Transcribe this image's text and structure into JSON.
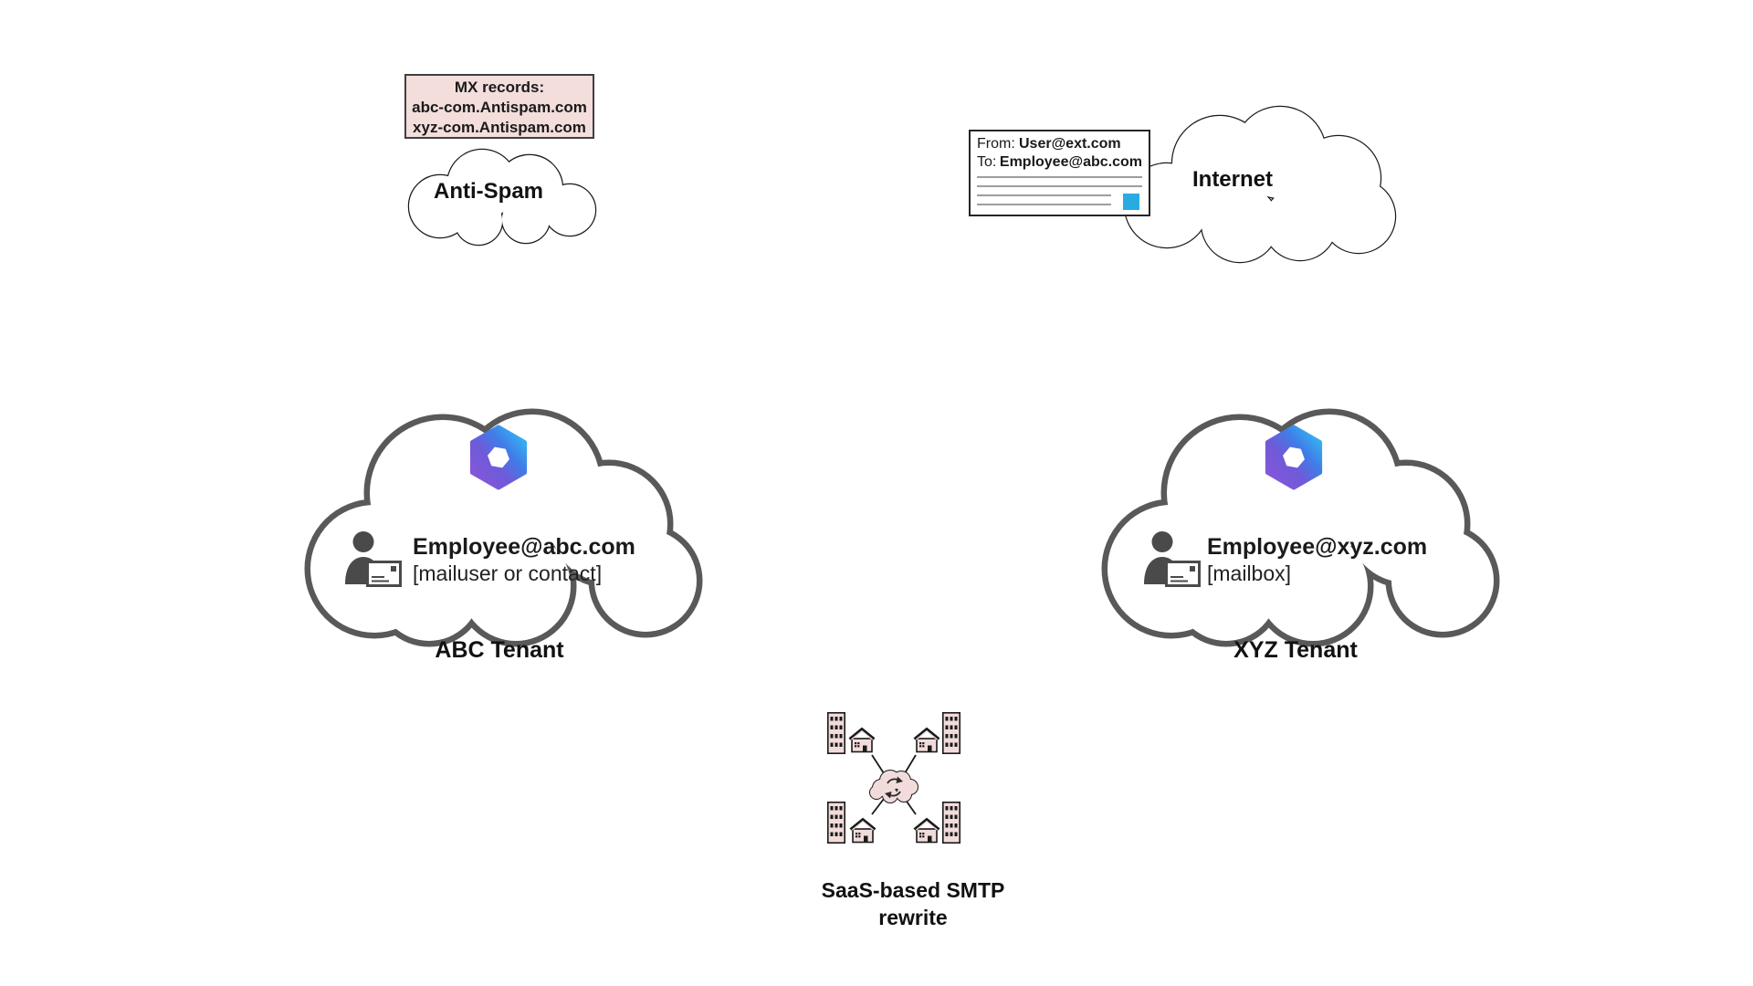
{
  "colors": {
    "pink_fill": "#f2dcdb",
    "thick_cloud_stroke": "#595959",
    "thin_cloud_stroke": "#1a1a1a",
    "blue_square": "#29abe2",
    "icon_gray": "#4a4a4a"
  },
  "antispam": {
    "mx_records": [
      "MX records:",
      "abc-com.Antispam.com",
      "xyz-com.Antispam.com"
    ],
    "cloud_label": "Anti-Spam"
  },
  "internet": {
    "cloud_label": "Internet",
    "email_message": {
      "from_label": "From:",
      "from_value": "User@ext.com",
      "to_label": "To:",
      "to_value": "Employee@abc.com"
    }
  },
  "abc_tenant": {
    "cloud_label": "ABC Tenant",
    "user_address": "Employee@abc.com",
    "user_type": "[mailuser or contact]",
    "logo": "microsoft-365-logo",
    "user_icon": "person-with-envelope-icon"
  },
  "xyz_tenant": {
    "cloud_label": "XYZ Tenant",
    "user_address": "Employee@xyz.com",
    "user_type": "[mailbox]",
    "logo": "microsoft-365-logo",
    "user_icon": "person-with-envelope-icon"
  },
  "saas": {
    "label": [
      "SaaS-based SMTP",
      "rewrite"
    ],
    "icon": "saas-smtp-rewrite-network-icon"
  }
}
